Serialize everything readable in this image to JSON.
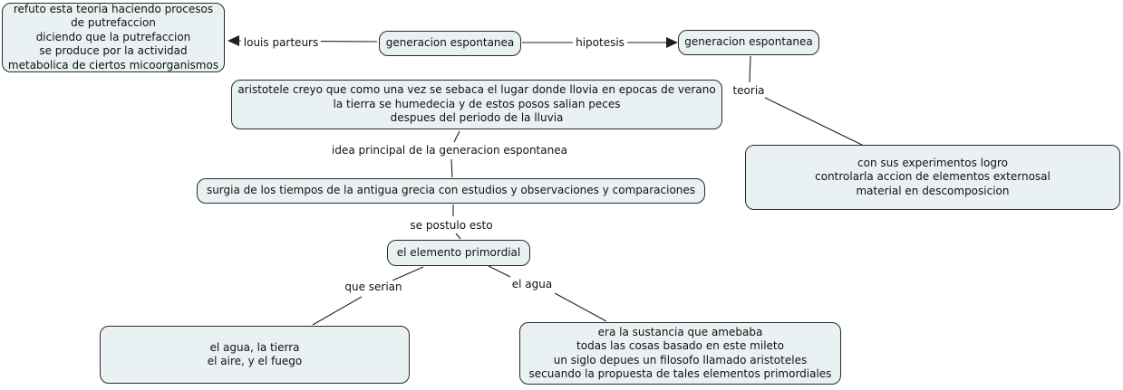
{
  "colors": {
    "background": "#ffffff",
    "node_fill": "#e9f1f2",
    "node_border": "#2b2b2b",
    "connector": "#1f1f1f",
    "text": "#111111"
  },
  "nodes": {
    "refuto": {
      "lines": [
        "refuto esta teoria haciendo procesos",
        "de putrefaccion",
        "diciendo que la putrefaccion",
        "se produce por la actividad",
        "metabolica de ciertos micoorganismos"
      ]
    },
    "gen_center": {
      "lines": [
        "generacion espontanea"
      ]
    },
    "gen_right": {
      "lines": [
        "generacion espontanea"
      ]
    },
    "aristotele": {
      "lines": [
        "aristotele creyo que como una vez se sebaca el lugar donde llovia en epocas de verano",
        "la tierra se humedecia y de estos posos salian peces",
        "despues del periodo de la lluvia"
      ]
    },
    "surgia": {
      "lines": [
        "surgia de los tiempos de la antigua grecia con estudios y observaciones y comparaciones"
      ]
    },
    "elemento": {
      "lines": [
        "el elemento primordial"
      ]
    },
    "agua_tierra": {
      "lines": [
        "el agua, la tierra",
        "el aire, y el fuego"
      ]
    },
    "sustancia": {
      "lines": [
        "era la sustancia que amebaba",
        "todas las cosas basado en este mileto",
        "un siglo depues un filosofo llamado aristoteles",
        "secuando la propuesta de tales elementos primordiales"
      ]
    },
    "experimentos": {
      "lines": [
        "con sus experimentos logro",
        "controlarla accion de elementos externosal",
        "material en descomposicion"
      ]
    }
  },
  "link_labels": {
    "louis_parteurs": "louis parteurs",
    "hipotesis": "hipotesis",
    "teoria": "teoria",
    "idea_principal": "idea principal de la generacion espontanea",
    "se_postulo": "se postulo esto",
    "que_serian": "que serian",
    "el_agua": "el agua"
  }
}
